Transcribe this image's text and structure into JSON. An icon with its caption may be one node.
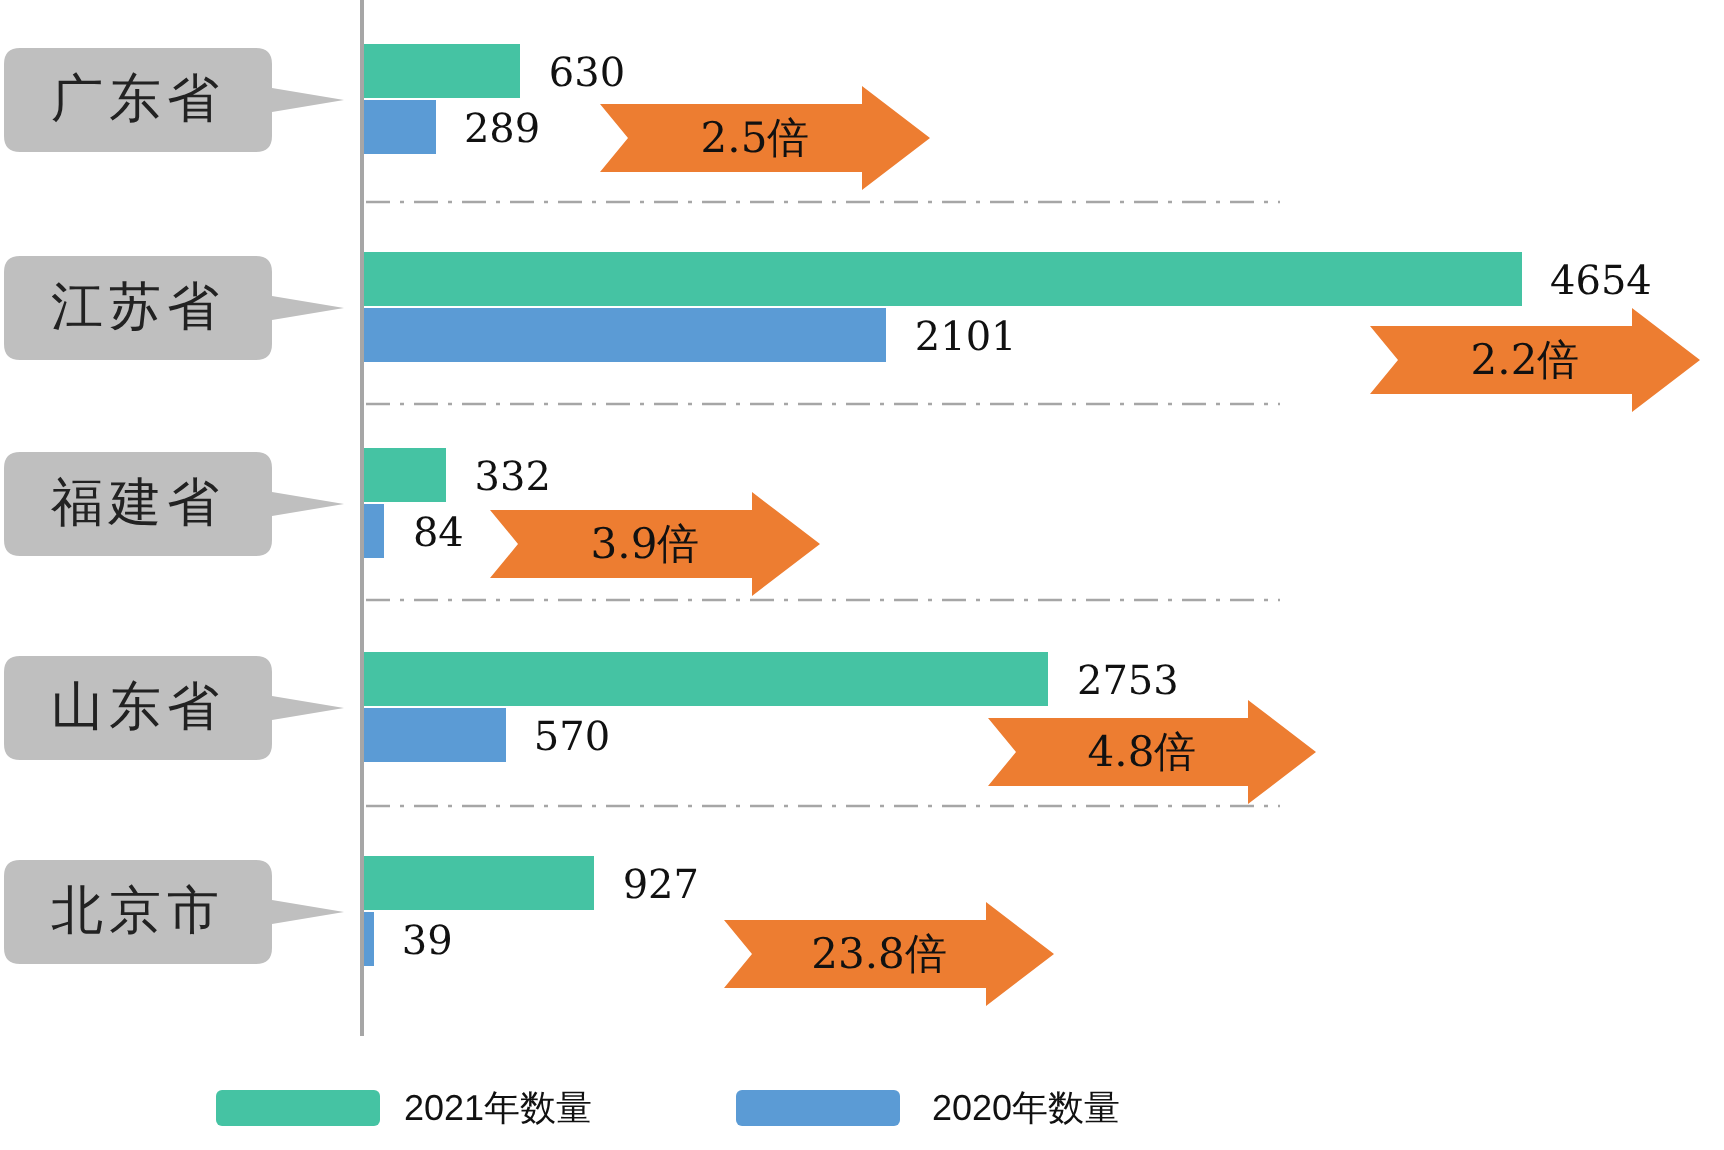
{
  "diagram": {
    "chart_data": {
      "type": "bar",
      "orientation": "horizontal",
      "categories": [
        "广东省",
        "江苏省",
        "福建省",
        "山东省",
        "北京市"
      ],
      "series": [
        {
          "name": "2021年数量",
          "color": "#45c3a3",
          "values": [
            630,
            4654,
            332,
            2753,
            927
          ]
        },
        {
          "name": "2020年数量",
          "color": "#5b9bd5",
          "values": [
            289,
            2101,
            84,
            570,
            39
          ]
        }
      ],
      "data_labels": true,
      "legend": "bottom",
      "annotations": [
        "2.5倍",
        "2.2倍",
        "3.9倍",
        "4.8倍",
        "23.8倍"
      ]
    }
  }
}
